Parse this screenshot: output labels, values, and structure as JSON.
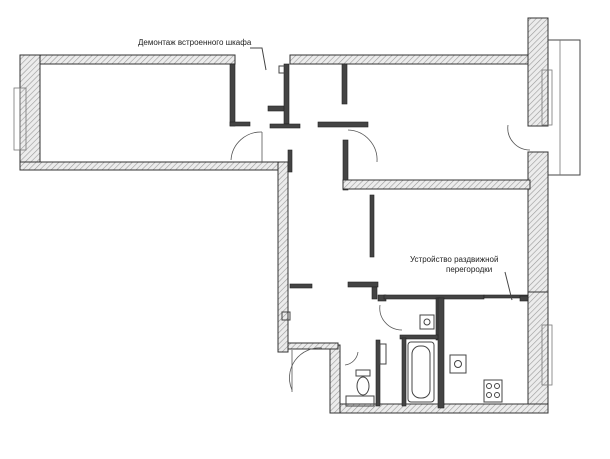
{
  "annotations": {
    "wardrobe_removal": "Демонтаж встроенного шкафа",
    "sliding_partition_line1": "Устройство раздвижной",
    "sliding_partition_line2": "перегородки"
  }
}
